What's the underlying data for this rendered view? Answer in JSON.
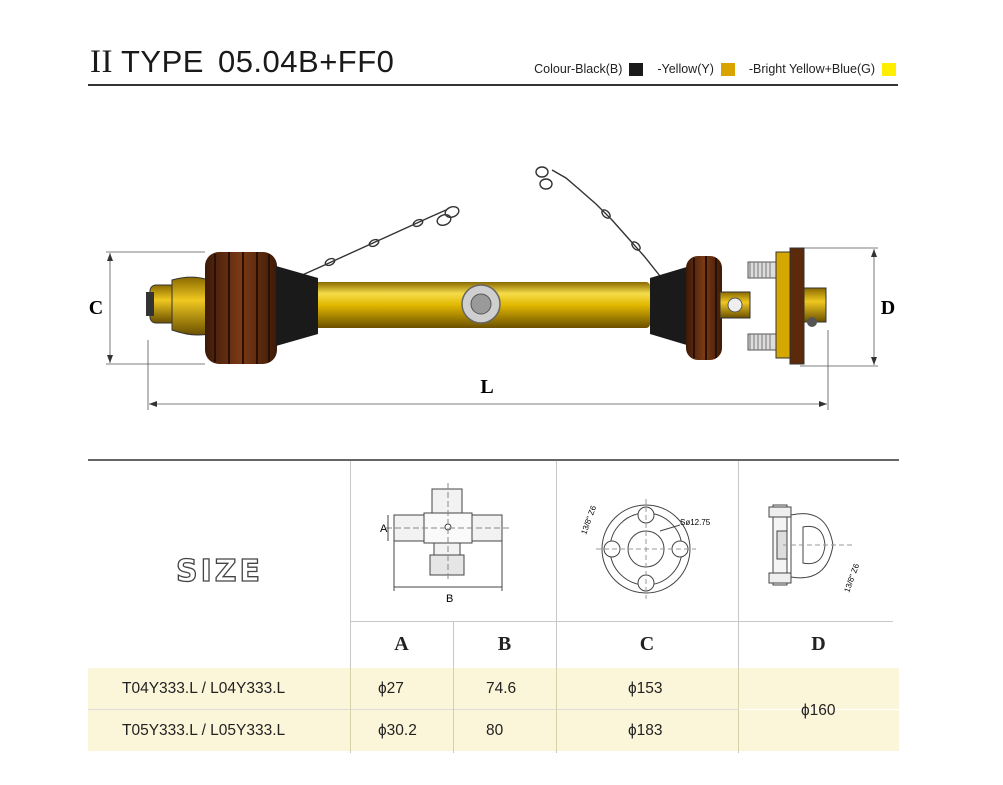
{
  "header": {
    "roman": "II",
    "type_word": "TYPE",
    "type_code": "05.04B+FF0",
    "colours": [
      {
        "label": "Colour-Black(B)",
        "color": "#1a1a1a"
      },
      {
        "label": "-Yellow(Y)",
        "color": "#d9a400"
      },
      {
        "label": "-Bright Yellow+Blue(G)",
        "color": "#ffee00"
      }
    ]
  },
  "drawing": {
    "dim_c": "C",
    "dim_d": "D",
    "dim_l": "L"
  },
  "spec": {
    "size_title": "SIZE",
    "cross_labels": {
      "a": "A",
      "b": "B"
    },
    "flange_c_labels": {
      "spline": "13/8\" Z6",
      "hole": "Sø12.75"
    },
    "flange_d_labels": {
      "spline": "13/8\" Z6"
    },
    "columns": [
      "A",
      "B",
      "C",
      "D"
    ],
    "rows": [
      {
        "model": "T04Y333.L  /  L04Y333.L",
        "a": "ϕ27",
        "b": "74.6",
        "c": "ϕ153"
      },
      {
        "model": "T05Y333.L  /  L05Y333.L",
        "a": "ϕ30.2",
        "b": "80",
        "c": "ϕ183"
      }
    ],
    "d_merged": "ϕ160"
  }
}
